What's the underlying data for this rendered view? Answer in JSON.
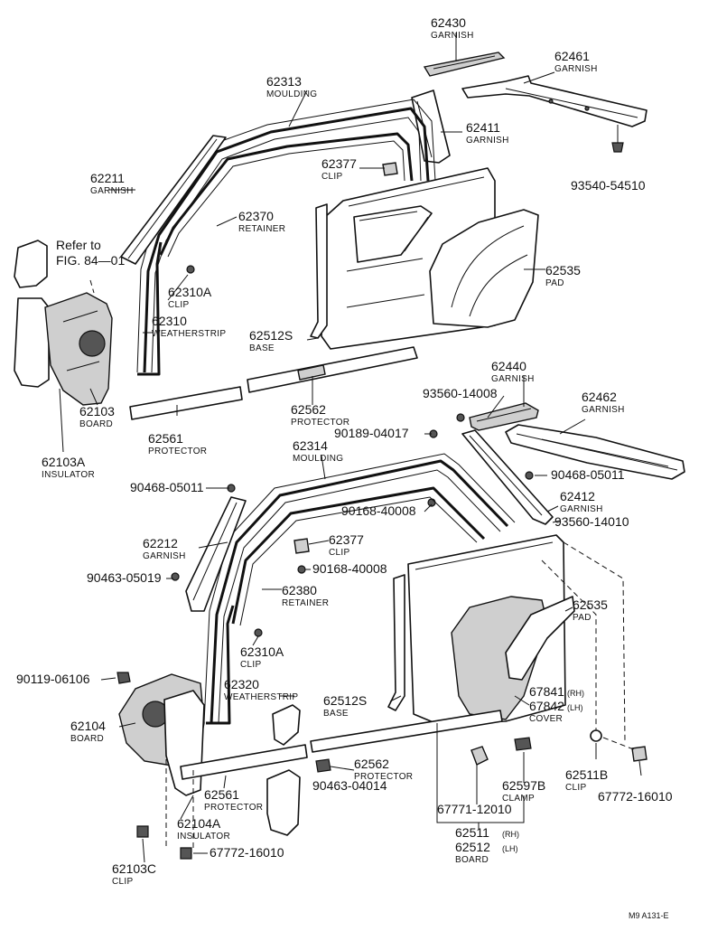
{
  "labels": {
    "p62430": {
      "num": "62430",
      "sub": "GARNISH"
    },
    "p62461": {
      "num": "62461",
      "sub": "GARNISH"
    },
    "p62313": {
      "num": "62313",
      "sub": "MOULDING"
    },
    "p62411": {
      "num": "62411",
      "sub": "GARNISH"
    },
    "p62377a": {
      "num": "62377",
      "sub": "CLIP"
    },
    "p62211": {
      "num": "62211",
      "sub": "GARNISH"
    },
    "p93540": {
      "num": "93540-54510"
    },
    "p62370": {
      "num": "62370",
      "sub": "RETAINER"
    },
    "refer": {
      "line1": "Refer to",
      "line2": "FIG. 84—01"
    },
    "p62535a": {
      "num": "62535",
      "sub": "PAD"
    },
    "p62310a": {
      "num": "62310A",
      "sub": "CLIP"
    },
    "p62310": {
      "num": "62310",
      "sub": "WEATHERSTRIP"
    },
    "p62512s_a": {
      "num": "62512S",
      "sub": "BASE"
    },
    "p62440": {
      "num": "62440",
      "sub": "GARNISH"
    },
    "p93560a": {
      "num": "93560-14008"
    },
    "p62462": {
      "num": "62462",
      "sub": "GARNISH"
    },
    "p62103": {
      "num": "62103",
      "sub": "BOARD"
    },
    "p62562a": {
      "num": "62562",
      "sub": "PROTECTOR"
    },
    "p90189": {
      "num": "90189-04017"
    },
    "p62561a": {
      "num": "62561",
      "sub": "PROTECTOR"
    },
    "p62103a": {
      "num": "62103A",
      "sub": "INSULATOR"
    },
    "p62314": {
      "num": "62314",
      "sub": "MOULDING"
    },
    "p90468a": {
      "num": "90468-05011"
    },
    "p90468b": {
      "num": "90468-05011"
    },
    "p90168a": {
      "num": "90168-40008"
    },
    "p62412": {
      "num": "62412",
      "sub": "GARNISH"
    },
    "p93560b": {
      "num": "93560-14010"
    },
    "p62212": {
      "num": "62212",
      "sub": "GARNISH"
    },
    "p62377b": {
      "num": "62377",
      "sub": "CLIP"
    },
    "p90168b": {
      "num": "90168-40008"
    },
    "p90463a": {
      "num": "90463-05019"
    },
    "p62380": {
      "num": "62380",
      "sub": "RETAINER"
    },
    "p62535b": {
      "num": "62535",
      "sub": "PAD"
    },
    "p62310a2": {
      "num": "62310A",
      "sub": "CLIP"
    },
    "p90119": {
      "num": "90119-06106"
    },
    "p62320": {
      "num": "62320",
      "sub": "WEATHERSTRIP"
    },
    "p62512s_b": {
      "num": "62512S",
      "sub": "BASE"
    },
    "p67841": {
      "num": "67841",
      "tag": "(RH)"
    },
    "p67842": {
      "num": "67842",
      "tag": "(LH)",
      "sub": "COVER"
    },
    "p62104": {
      "num": "62104",
      "sub": "BOARD"
    },
    "p62562b": {
      "num": "62562",
      "sub": "PROTECTOR"
    },
    "p62511b": {
      "num": "62511B",
      "sub": "CLIP"
    },
    "p62597b": {
      "num": "62597B",
      "sub": "CLAMP"
    },
    "p90463b": {
      "num": "90463-04014"
    },
    "p62561b": {
      "num": "62561",
      "sub": "PROTECTOR"
    },
    "p67772a": {
      "num": "67772-16010"
    },
    "p67771": {
      "num": "67771-12010"
    },
    "p62104a": {
      "num": "62104A",
      "sub": "INSULATOR"
    },
    "p62511": {
      "num": "62511",
      "tag": "(RH)"
    },
    "p62512": {
      "num": "62512",
      "tag": "(LH)",
      "sub": "BOARD"
    },
    "p67772b": {
      "num": "67772-16010"
    },
    "p62103c": {
      "num": "62103C",
      "sub": "CLIP"
    }
  },
  "footer_code": "M9 A131-E"
}
